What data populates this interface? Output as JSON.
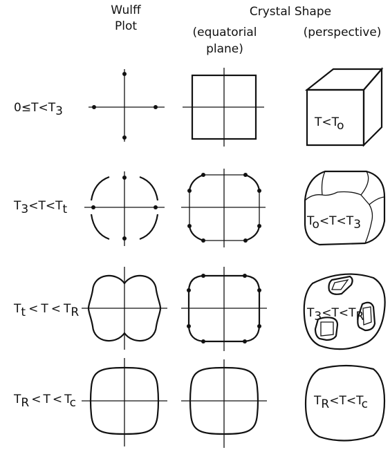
{
  "headers": {
    "wulff_line1": "Wulff",
    "wulff_line2": "Plot",
    "crystal_shape": "Crystal Shape",
    "equatorial_line1": "(equatorial",
    "equatorial_line2": "plane)",
    "perspective": "(perspective)"
  },
  "rows": [
    {
      "condition": {
        "a": "0",
        "op1": "≤",
        "b": "T",
        "op2": "<",
        "c": "T",
        "c_sub": "3"
      },
      "perspective_label": {
        "a": "T",
        "op": "<",
        "b": "T",
        "b_sub": "o"
      }
    },
    {
      "condition": {
        "a": "T",
        "a_sub": "3",
        "op1": "<",
        "b": "T",
        "op2": "<",
        "c": "T",
        "c_sub": "t"
      },
      "perspective_label": {
        "a": "T",
        "a_sub": "o",
        "op1": "<",
        "b": "T",
        "op2": "<",
        "c": "T",
        "c_sub": "3"
      }
    },
    {
      "condition": {
        "a": "T",
        "a_sub": "t",
        "op1": "<",
        "b": "T",
        "op2": "<",
        "c": "T",
        "c_sub": "R"
      },
      "perspective_label": {
        "a": "T",
        "a_sub": "3",
        "op1": "<",
        "b": "T",
        "op2": "<",
        "c": "T",
        "c_sub": "R"
      }
    },
    {
      "condition": {
        "a": "T",
        "a_sub": "R",
        "op1": "<",
        "b": "T",
        "op2": "<",
        "c": "T",
        "c_sub": "c"
      },
      "perspective_label": {
        "a": "T",
        "a_sub": "R",
        "op1": "<",
        "b": "T",
        "op2": "<",
        "c": "T",
        "c_sub": "c"
      }
    }
  ]
}
